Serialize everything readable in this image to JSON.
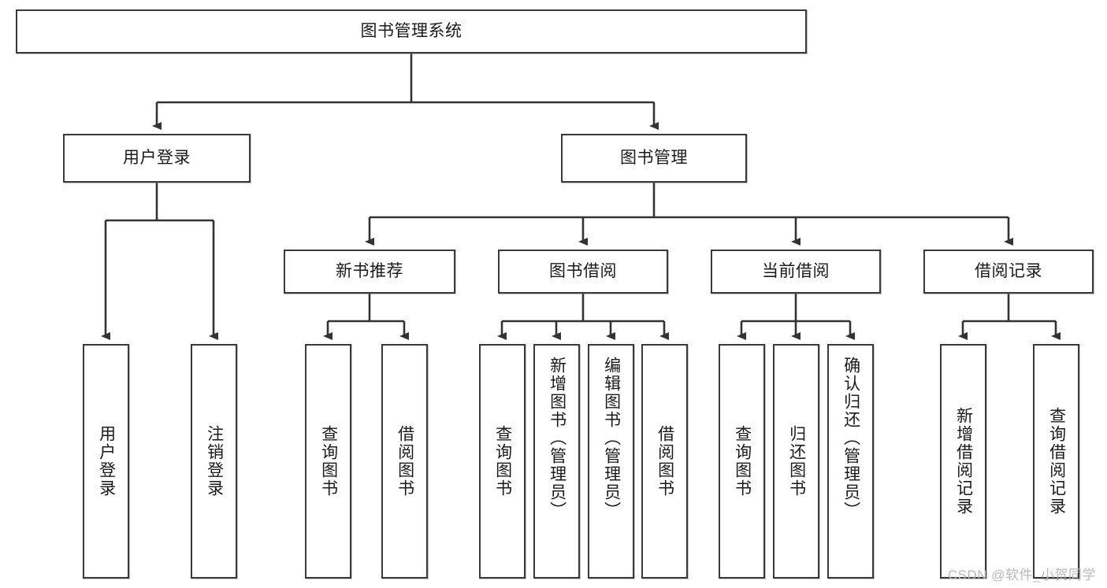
{
  "diagram": {
    "title": "图书管理系统",
    "watermark": "CSDN @软件_小贺同学",
    "colors": {
      "box_border": "#3a3a3a",
      "box_fill": "#ffffff",
      "edge": "#333333",
      "text": "#1b1b1b",
      "watermark": "#b9b9b9"
    },
    "root": {
      "label": "图书管理系统"
    },
    "level2": [
      {
        "label": "用户登录"
      },
      {
        "label": "图书管理"
      }
    ],
    "level3": [
      {
        "label": "新书推荐"
      },
      {
        "label": "图书借阅"
      },
      {
        "label": "当前借阅"
      },
      {
        "label": "借阅记录"
      }
    ],
    "leaves": {
      "user_login": [
        {
          "label": "用户登录"
        },
        {
          "label": "注销登录"
        }
      ],
      "new_book": [
        {
          "label": "查询图书"
        },
        {
          "label": "借阅图书"
        }
      ],
      "book_borrow": [
        {
          "label": "查询图书"
        },
        {
          "label": "新增图书（管理员）"
        },
        {
          "label": "编辑图书（管理员）"
        },
        {
          "label": "借阅图书"
        }
      ],
      "current_borrow": [
        {
          "label": "查询图书"
        },
        {
          "label": "归还图书"
        },
        {
          "label": "确认归还（管理员）"
        }
      ],
      "borrow_record": [
        {
          "label": "新增借阅记录"
        },
        {
          "label": "查询借阅记录"
        }
      ]
    }
  }
}
